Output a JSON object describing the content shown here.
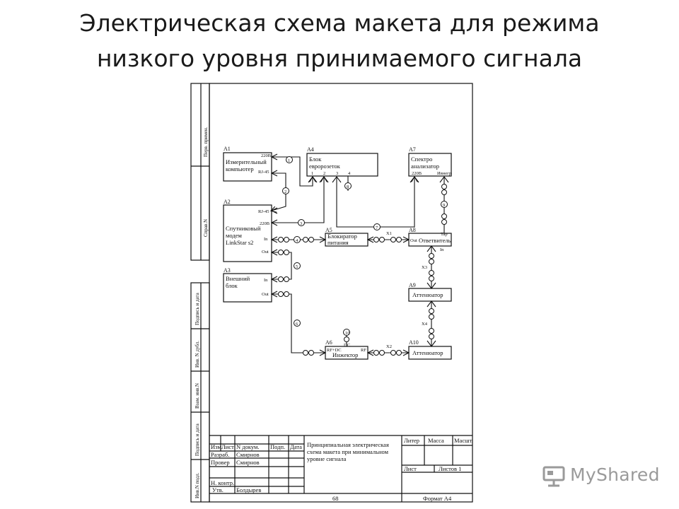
{
  "slide": {
    "title_line1": "Электрическая схема макета для режима",
    "title_line2": "низкого уровня принимаемого сигнала"
  },
  "margin_labels": {
    "perv_primen": "Перв. примен.",
    "sprav_n": "Справ.N",
    "podp_data_1": "Подпись и дата",
    "inv_dubl": "Инв. N дубл.",
    "vzam_inv": "Взам. инв.N",
    "podp_data_2": "Подпись и дата",
    "inv_podl": "Инв.N подл."
  },
  "blocks": {
    "a1": {
      "ref": "A1",
      "name1": "Измерительный",
      "name2": "компьютер",
      "port1": "220В",
      "port2": "RJ-45"
    },
    "a2": {
      "ref": "A2",
      "name1": "Спутниковый",
      "name2": "модем",
      "name3": "LinkStar s2",
      "port1": "RJ-45",
      "port2": "220В",
      "port3": "In",
      "port4": "Out"
    },
    "a3": {
      "ref": "A3",
      "name1": "Внешний",
      "name2": "блок",
      "port1": "In",
      "port2": "Out"
    },
    "a4": {
      "ref": "A4",
      "name1": "Блок",
      "name2": "евророзеток",
      "pins": [
        "1",
        "2",
        "3",
        "4"
      ]
    },
    "a5": {
      "ref": "A5",
      "name1": "Блокиратор",
      "name2": "питания"
    },
    "a6": {
      "ref": "A6",
      "name": "Инжектор",
      "port_left": "RF+DC",
      "port_right": "RF",
      "port_top": "DC"
    },
    "a7": {
      "ref": "A7",
      "name1": "Спектро",
      "name2": "анализатор",
      "port1": "220В",
      "port2": "Ивнегр"
    },
    "a8": {
      "ref": "A8",
      "name": "Ответвитель",
      "port_in": "Out",
      "port_tap": "Tap",
      "port_bottom": "In"
    },
    "a9": {
      "ref": "A9",
      "name": "Аттенюатор"
    },
    "a10": {
      "ref": "A10",
      "name": "Аттенюатор"
    }
  },
  "connectors": {
    "x1": "X1",
    "x2": "X2",
    "x3": "X3",
    "x4": "X4"
  },
  "cable_numbers": [
    "1",
    "2",
    "3",
    "4",
    "5",
    "6",
    "7",
    "8",
    "9",
    "10"
  ],
  "title_block": {
    "col_izm": "Изм",
    "col_list": "Лист",
    "col_ndok": "N докум.",
    "col_podp": "Подп.",
    "col_data": "Дата",
    "razrab": "Разраб.",
    "razrab_name": "Смирнов",
    "prov": "Провер",
    "prov_name": "Смирнов",
    "nkontr": "Н. контр.",
    "utv": "Утв.",
    "utv_name": "Болдырев",
    "doc_title_1": "Принципиальная электрическая",
    "doc_title_2": "схема макета при минимальном",
    "doc_title_3": "уровне сигнала",
    "liter": "Литер",
    "massa": "Масса",
    "masshtab": "Масшт.",
    "list": "Лист",
    "listov": "Листов 1",
    "page_num": "68",
    "format": "Формат А4"
  },
  "watermark": {
    "text": "MyShared",
    "icon": "presentation-board-icon"
  }
}
